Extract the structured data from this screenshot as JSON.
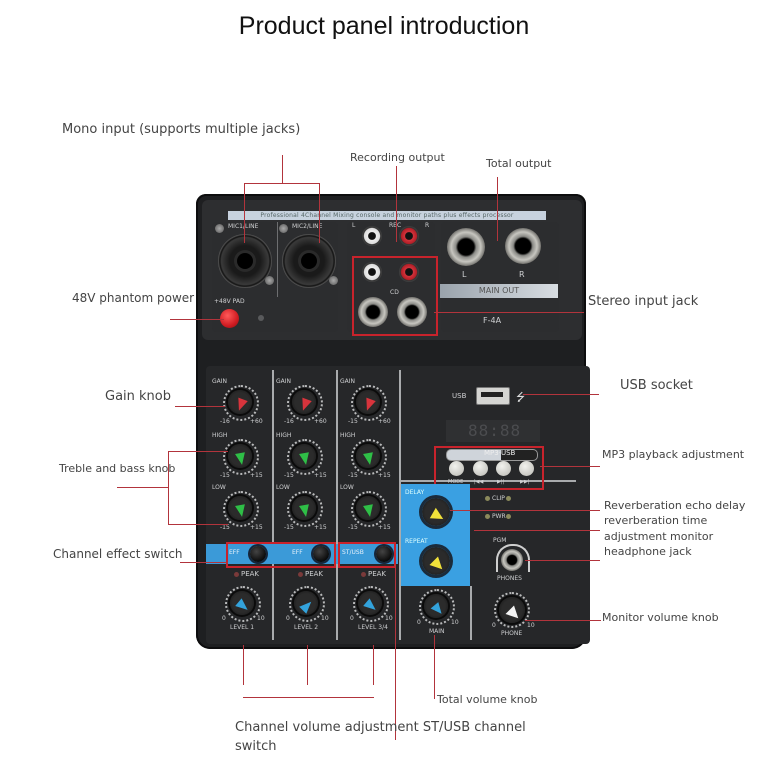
{
  "title": "Product panel introduction",
  "callouts": {
    "mono_input": "Mono input (supports multiple jacks)",
    "recording_output": "Recording output",
    "total_output": "Total output",
    "phantom_power": "48V phantom power",
    "stereo_input": "Stereo input jack",
    "usb_socket": "USB socket",
    "gain_knob": "Gain knob",
    "treble_bass": "Treble and bass knob",
    "mp3_playback": "MP3 playback adjustment",
    "reverb_line1": "Reverberation echo delay",
    "reverb_line2": " reverberation time",
    "reverb_line3": "adjustment monitor",
    "reverb_line4": "headphone jack",
    "channel_effect": "Channel effect switch",
    "monitor_volume": "Monitor volume knob",
    "total_volume": "Total volume knob",
    "channel_volume_line1": "Channel volume adjustment ST/USB channel",
    "channel_volume_line2": " switch"
  },
  "device": {
    "banner": "Professional 4Channel Mixing console and monitor paths plus effects processor",
    "mic1_label": "MIC1/LINE",
    "mic2_label": "MIC2/LINE",
    "phantom_label": "+48V PAD",
    "rec_label": "REC",
    "cd_label": "CD",
    "left": "L",
    "right": "R",
    "main_out": "MAIN OUT",
    "model": "F-4A",
    "usb_label": "USB",
    "usb_symbol": "⭍",
    "display_digits": "88:88",
    "mp3_brand": "MP3·USB",
    "mp3_buttons": [
      "MODE",
      "|◀◀",
      "▶||",
      "▶▶|"
    ],
    "led_labels": [
      "CLIP",
      "PWR"
    ],
    "fx_delay": "DELAY",
    "fx_repeat": "REPEAT",
    "phones_label": "PHONES",
    "pgm_label": "PGM",
    "main_label": "MAIN",
    "phone_label": "PHONE",
    "peak_label": "PEAK",
    "channels": [
      {
        "gain": "GAIN",
        "gain_min": "-16",
        "gain_max": "+60",
        "high": "HIGH",
        "low": "LOW",
        "eq_min": "-15",
        "eq_max": "+15",
        "switch": "EFF",
        "level": "LEVEL 1",
        "lvl_min": "0",
        "lvl_max": "10"
      },
      {
        "gain": "GAIN",
        "gain_min": "-16",
        "gain_max": "+60",
        "high": "HIGH",
        "low": "LOW",
        "eq_min": "-15",
        "eq_max": "+15",
        "switch": "EFF",
        "level": "LEVEL 2",
        "lvl_min": "0",
        "lvl_max": "10"
      },
      {
        "gain": "GAIN",
        "gain_min": "-15",
        "gain_max": "+60",
        "high": "HIGH",
        "low": "LOW",
        "eq_min": "-15",
        "eq_max": "+15",
        "switch": "ST/USB",
        "level": "LEVEL 3/4",
        "lvl_min": "0",
        "lvl_max": "10"
      }
    ],
    "scale_min": "0",
    "scale_max": "10"
  },
  "colors": {
    "callout_line": "#b2343c",
    "gain_pointer": "#d8343c",
    "eq_pointer": "#2fbf47",
    "level_pointer": "#33a3dc",
    "fx_pointer": "#f2e23a",
    "phone_pointer": "#f4f4f4",
    "accent_blue": "#3b9ad8"
  }
}
